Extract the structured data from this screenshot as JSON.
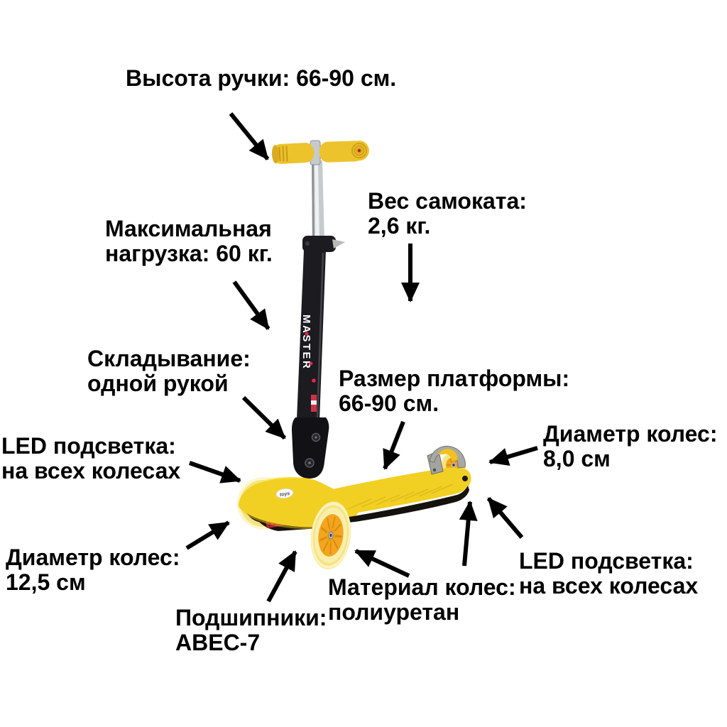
{
  "labels": {
    "handle_height": {
      "text": "Высота ручки: 66-90 см."
    },
    "weight": {
      "line1": "Вес самоката:",
      "line2": "2,6 кг."
    },
    "max_load": {
      "line1": "Максимальная",
      "line2": "нагрузка: 60 кг."
    },
    "folding": {
      "line1": "Складывание:",
      "line2": "одной рукой"
    },
    "platform_size": {
      "line1": "Размер платформы:",
      "line2": "66-90 см."
    },
    "led_front": {
      "line1": "LED подсветка:",
      "line2": "на всех колесах"
    },
    "wheel_diameter_front": {
      "line1": "Диаметр колес:",
      "line2": "12,5 см"
    },
    "bearings": {
      "line1": "Подшипники:",
      "line2": "ABEC-7"
    },
    "wheel_material": {
      "line1": "Материал колес:",
      "line2": "полиуретан"
    },
    "led_rear": {
      "line1": "LED подсветка:",
      "line2": "на всех колесах"
    },
    "wheel_diameter_rear": {
      "line1": "Диаметр колес:",
      "line2": "8,0 см"
    }
  },
  "scooter": {
    "stem_brand": "MASTER",
    "deck_logo": "toys"
  },
  "colors": {
    "background": "#ffffff",
    "text": "#000000",
    "arrow": "#000000",
    "deck_yellow": "#f2d023",
    "grip_yellow": "#edc32c",
    "stem_black": "#1b1b20",
    "chrome": "#c6cacd",
    "hub_orange": "#f4a41f",
    "tire_yellow": "#f5e47e",
    "brake_red": "#b32233",
    "fender_gray": "#a3a3a0",
    "brand_dot_red": "#e8274b"
  }
}
